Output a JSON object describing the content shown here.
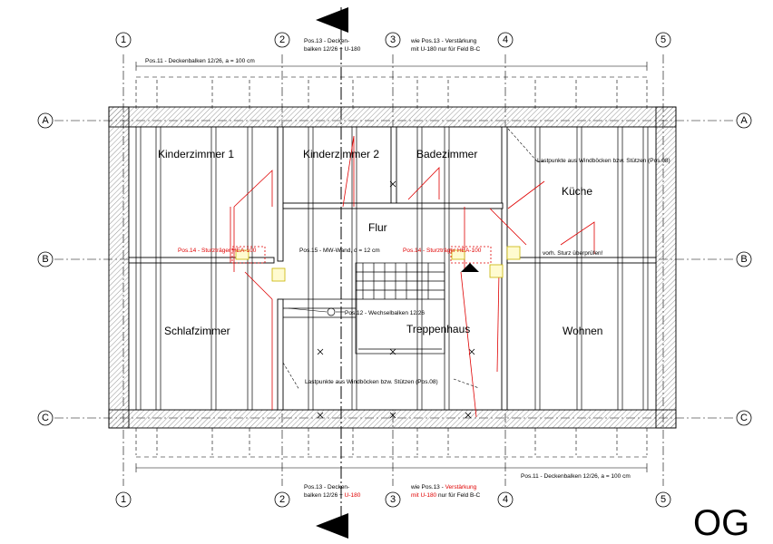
{
  "floor_label": "OG",
  "colors": {
    "line": "#000000",
    "accent": "#e00000",
    "background": "#ffffff",
    "hatch": "#7a7a7a"
  },
  "axes": {
    "columns": [
      "1",
      "2",
      "3",
      "4",
      "5"
    ],
    "rows": [
      "A",
      "B",
      "C"
    ]
  },
  "rooms": {
    "kinderzimmer_1": "Kinderzimmer 1",
    "kinderzimmer_2": "Kinderzimmer 2",
    "badezimmer": "Badezimmer",
    "kueche": "Küche",
    "flur": "Flur",
    "schlafzimmer": "Schlafzimmer",
    "treppenhaus": "Treppenhaus",
    "wohnen": "Wohnen"
  },
  "annotations": {
    "top_left_beam": "Pos.11 - Deckenbalken 12/26, a = 100 cm",
    "top_pos13_line1": "Pos.13 - Decken-",
    "top_pos13_line2_a": "balken 12/26 + ",
    "top_pos13_line2_b": "U-180",
    "top_right_line1": "wie Pos.13 - Verstärkung",
    "top_right_line2": "mit U-180 nur für Feld B-C",
    "lastpunkte_top": "Lastpunkte aus Windböcken bzw. Stützen (Pos.08)",
    "pos14_left": "Pos.14 - Sturzträger HEA-100",
    "pos15": "Pos.15 - MW-Wand, d = 12 cm",
    "pos14_right": "Pos.14 - Sturzträger HEA-100",
    "vorh_sturz": "vorh. Sturz überprüfen!",
    "pos12": "Pos.12 - Wechselbalken 12/26",
    "lastpunkte_bottom": "Lastpunkte aus Windböcken bzw. Stützen (Pos.08)",
    "bottom_right_beam": "Pos.11 - Deckenbalken 12/26, a = 100 cm",
    "bottom_pos13_line1": "Pos.13 - Decken-",
    "bottom_pos13_line2_a": "balken 12/26 + ",
    "bottom_pos13_line2_b": "U-180",
    "bottom_right_line1_a": "wie Pos.13 - ",
    "bottom_right_line1_b": "Verstärkung",
    "bottom_right_line2_a": "mit U-180",
    "bottom_right_line2_b": " nur für Feld B-C"
  }
}
